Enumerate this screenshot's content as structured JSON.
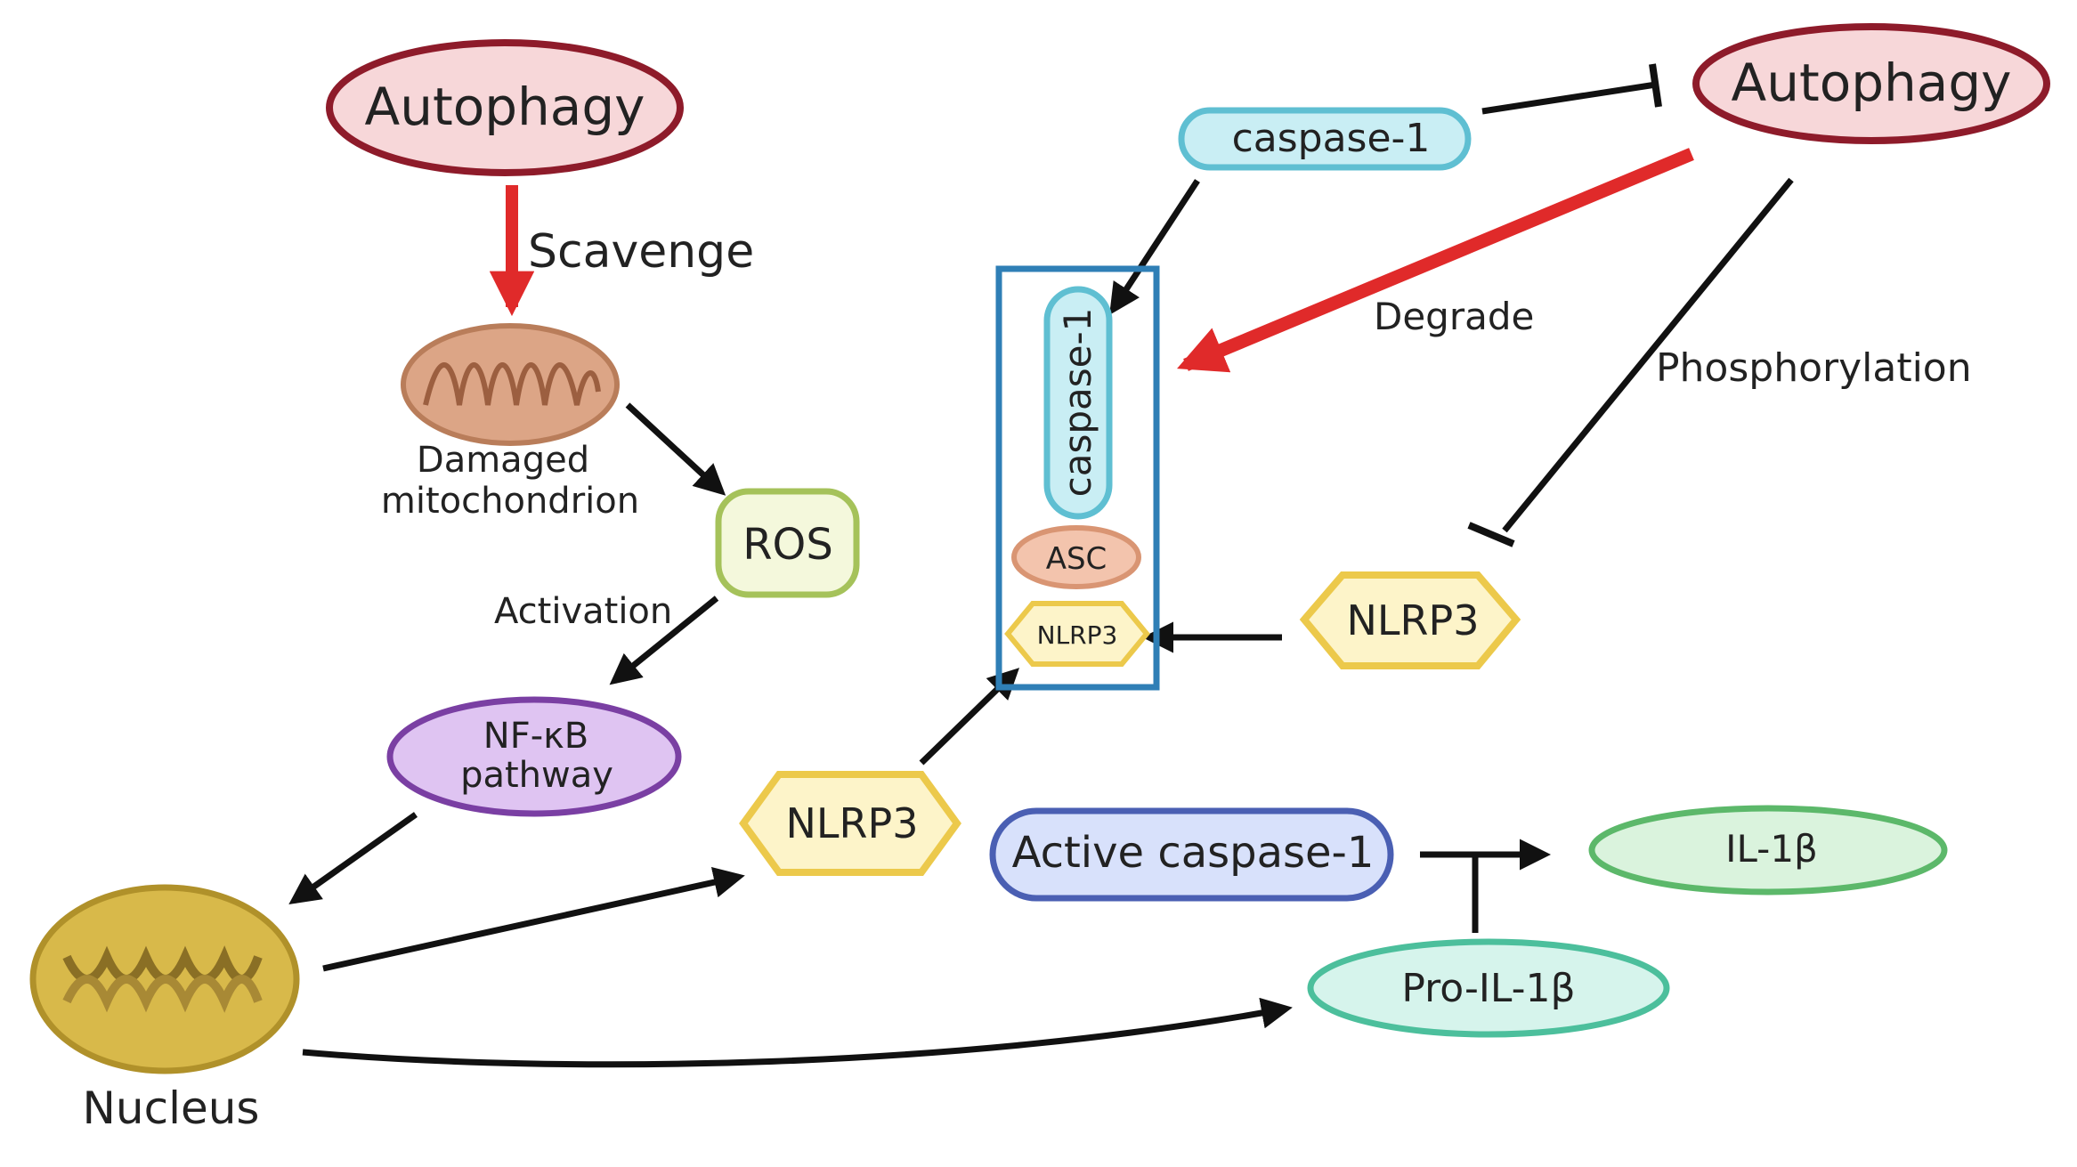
{
  "nodes": {
    "autophagy_left": "Autophagy",
    "autophagy_right": "Autophagy",
    "caspase1_top": "caspase-1",
    "inflammasome_caspase1": "caspase-1",
    "asc": "ASC",
    "inflammasome_nlrp3": "NLRP3",
    "nlrp3_right": "NLRP3",
    "nlrp3_middle": "NLRP3",
    "damaged_mito_line1": "Damaged",
    "damaged_mito_line2": "mitochondrion",
    "ros": "ROS",
    "nfkb_line1": "NF-κB",
    "nfkb_line2": "pathway",
    "nucleus": "Nucleus",
    "active_caspase1": "Active caspase-1",
    "il1b": "IL-1β",
    "pro_il1b": "Pro-IL-1β"
  },
  "edge_labels": {
    "scavenge": "Scavenge",
    "activation": "Activation",
    "degrade": "Degrade",
    "phosphorylation": "Phosphorylation"
  },
  "colors": {
    "autophagy_fill": "#f7d7d9",
    "autophagy_stroke": "#8e1b2a",
    "caspase_fill": "#c9eef4",
    "caspase_stroke": "#5fbfd2",
    "box_stroke": "#2f7fb6",
    "asc_fill": "#f3c4ad",
    "asc_stroke": "#d99573",
    "nlrp3_fill": "#fdf4c9",
    "nlrp3_stroke": "#ecc94b",
    "ros_fill": "#f4f8dc",
    "ros_stroke": "#a5c25a",
    "nfkb_fill": "#dfc4f2",
    "nfkb_stroke": "#7a3fa3",
    "nucleus_fill": "#d8b94a",
    "nucleus_stroke": "#b0912a",
    "active_casp_fill": "#d8e1fb",
    "active_casp_stroke": "#4a5fb3",
    "il1b_fill": "#daf3dd",
    "il1b_stroke": "#5cb86a",
    "proil1b_fill": "#d6f4ec",
    "proil1b_stroke": "#4cbf9c",
    "mito_fill": "#dca586",
    "mito_stroke": "#b97d5a",
    "red_arrow": "#e02a2a",
    "black_arrow": "#111111"
  },
  "icons": {
    "mitochondrion": "mitochondrion-icon",
    "dna": "dna-icon"
  }
}
